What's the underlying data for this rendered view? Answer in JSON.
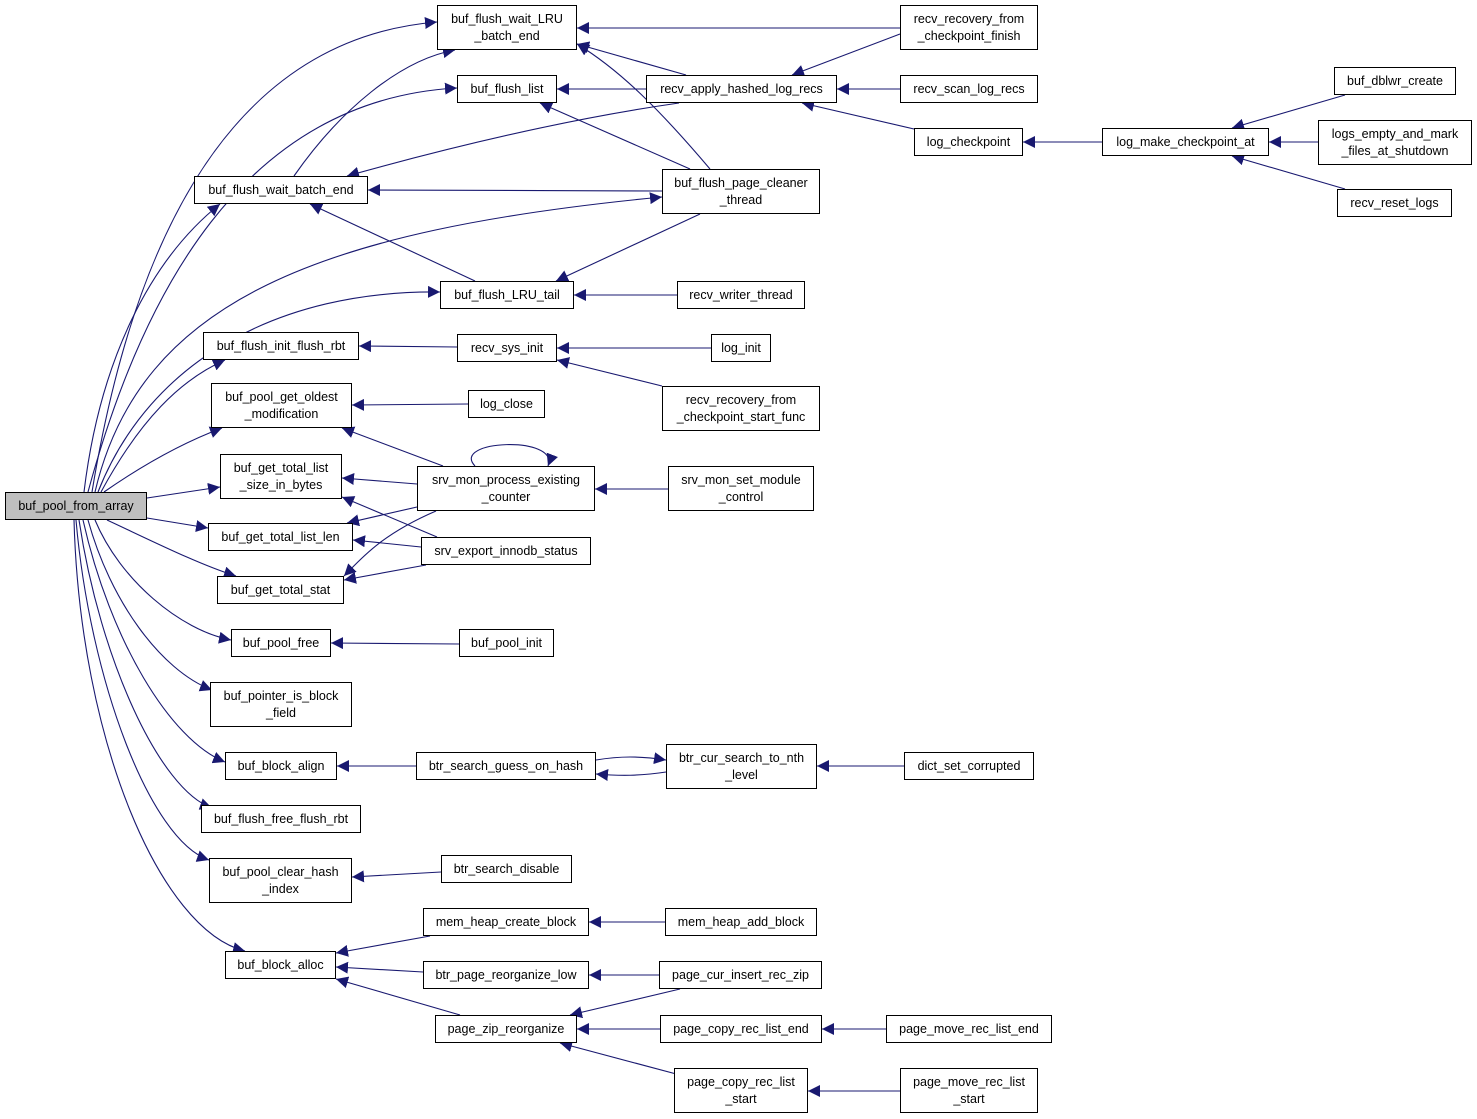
{
  "graph": {
    "colors": {
      "edge": "#191970",
      "border": "#000000",
      "root_fill": "#bfbfbf",
      "fill": "#ffffff"
    },
    "nodes": {
      "root": "buf_pool_from_array",
      "bfwl": "buf_flush_wait_LRU\n_batch_end",
      "rrcf": "recv_recovery_from\n_checkpoint_finish",
      "bfl": "buf_flush_list",
      "rahl": "recv_apply_hashed_log_recs",
      "rsl": "recv_scan_log_recs",
      "bdc": "buf_dblwr_create",
      "lcp": "log_checkpoint",
      "lmca": "log_make_checkpoint_at",
      "lemf": "logs_empty_and_mark\n_files_at_shutdown",
      "bfwb": "buf_flush_wait_batch_end",
      "bfpc": "buf_flush_page_cleaner\n_thread",
      "rrl": "recv_reset_logs",
      "bflt": "buf_flush_LRU_tail",
      "rwt": "recv_writer_thread",
      "bfif": "buf_flush_init_flush_rbt",
      "rsi": "recv_sys_init",
      "li": "log_init",
      "rrcs": "recv_recovery_from\n_checkpoint_start_func",
      "bpgo": "buf_pool_get_oldest\n_modification",
      "lc": "log_close",
      "bgts": "buf_get_total_list\n_size_in_bytes",
      "smpe": "srv_mon_process_existing\n_counter",
      "smsm": "srv_mon_set_module\n_control",
      "bgtl": "buf_get_total_list_len",
      "sei": "srv_export_innodb_status",
      "bgst": "buf_get_total_stat",
      "bpf": "buf_pool_free",
      "bpi": "buf_pool_init",
      "bpib": "buf_pointer_is_block\n_field",
      "bba": "buf_block_align",
      "bsgh": "btr_search_guess_on_hash",
      "bcsn": "btr_cur_search_to_nth\n_level",
      "dsc": "dict_set_corrupted",
      "bfff": "buf_flush_free_flush_rbt",
      "bpch": "buf_pool_clear_hash\n_index",
      "bsd": "btr_search_disable",
      "mhcb": "mem_heap_create_block",
      "mhab": "mem_heap_add_block",
      "bbal": "buf_block_alloc",
      "bprl": "btr_page_reorganize_low",
      "pcir": "page_cur_insert_rec_zip",
      "pzr": "page_zip_reorganize",
      "pcre": "page_copy_rec_list_end",
      "pmre": "page_move_rec_list_end",
      "pcrs": "page_copy_rec_list\n_start",
      "pmrs": "page_move_rec_list\n_start"
    }
  }
}
